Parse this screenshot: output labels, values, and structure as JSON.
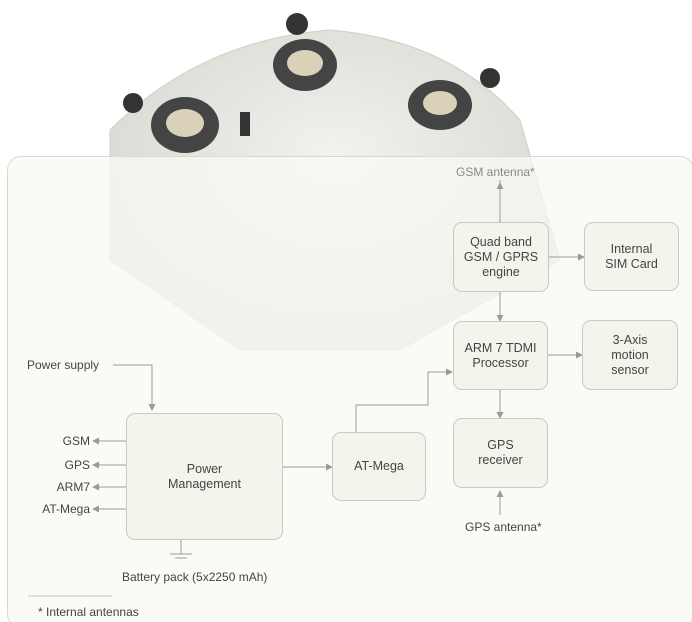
{
  "blocks": {
    "quad_band": "Quad band\nGSM / GPRS\nengine",
    "sim": "Internal\nSIM Card",
    "arm": "ARM 7 TDMI\nProcessor",
    "motion": "3-Axis\nmotion\nsensor",
    "gps": "GPS\nreceiver",
    "atmega": "AT-Mega",
    "power": "Power\nManagement"
  },
  "labels": {
    "gsm_antenna": "GSM antenna*",
    "power_supply": "Power supply",
    "out_gsm": "GSM",
    "out_gps": "GPS",
    "out_arm7": "ARM7",
    "out_atmega": "AT-Mega",
    "gps_antenna": "GPS antenna*",
    "battery": "Battery pack (5x2250 mAh)",
    "footnote": "* Internal antennas"
  },
  "colors": {
    "box_fill": "#f4f4ec",
    "box_border": "#c9c9bf",
    "arrow": "#9a9a9a",
    "text": "#444444"
  },
  "background_image": "device-photo"
}
